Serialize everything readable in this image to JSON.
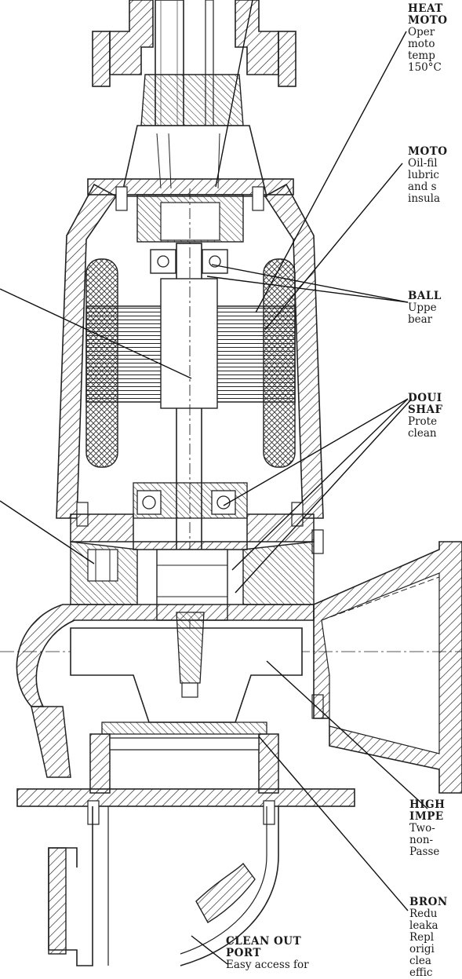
{
  "labels": {
    "heat": {
      "title1": "HEAT",
      "title2": "MOTO",
      "lines": [
        "Oper",
        "moto",
        "temp",
        "150°C"
      ]
    },
    "motor": {
      "title1": "MOTO",
      "lines": [
        "Oil-fil",
        "lubric",
        "and s",
        "insula"
      ]
    },
    "ball": {
      "title1": "BALL",
      "lines": [
        "Uppe",
        "bear"
      ]
    },
    "double": {
      "title1": "DOUI",
      "title2": "SHAF",
      "lines": [
        "Prote",
        "clean"
      ]
    },
    "high": {
      "title1": "HIGH",
      "title2": "IMPE",
      "lines": [
        "Two-",
        "non-",
        "Passe"
      ]
    },
    "bronze": {
      "title1": "BRON",
      "lines": [
        "Redu",
        "leaka",
        "Repl",
        "origi",
        "clea",
        "effic"
      ]
    },
    "clean": {
      "title1": "CLEAN OUT",
      "title2": "PORT",
      "lines": [
        "Easy access for"
      ]
    }
  }
}
